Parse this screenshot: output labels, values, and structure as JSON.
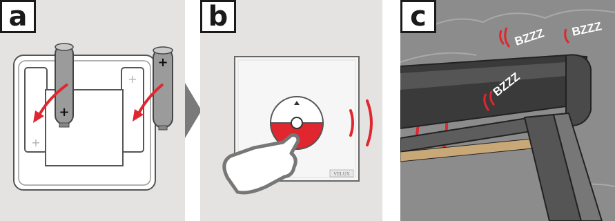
{
  "steps": [
    {
      "label": "a"
    },
    {
      "label": "b"
    },
    {
      "label": "c"
    }
  ],
  "battery_symbols": {
    "plus": "+"
  },
  "remote": {
    "brand": "VELUX"
  },
  "sound_effects": [
    "BZZZ",
    "BZZZ",
    "BZZZ"
  ],
  "colors": {
    "arrow_red": "#e0262f",
    "panel_bg": "#e4e3e1",
    "battery": "#9b9b9b",
    "roof_dark": "#3a3a3a"
  }
}
